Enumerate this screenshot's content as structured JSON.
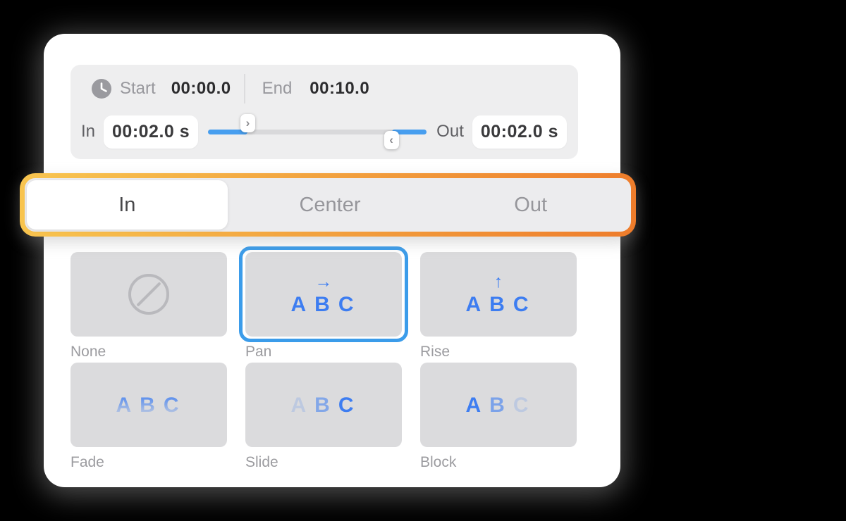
{
  "timing": {
    "start_label": "Start",
    "start_value": "00:00.0",
    "end_label": "End",
    "end_value": "00:10.0",
    "in_label": "In",
    "in_value": "00:02.0 s",
    "out_label": "Out",
    "out_value": "00:02.0 s"
  },
  "slider": {
    "in_handle_glyph": "›",
    "out_handle_glyph": "‹",
    "fill_color": "#479EEF",
    "track_color": "#D9D9DB",
    "in_fill_percent": 18,
    "out_fill_percent": 16
  },
  "segments": {
    "selected": "In",
    "items": [
      {
        "label": "In"
      },
      {
        "label": "Center"
      },
      {
        "label": "Out"
      }
    ],
    "highlight_gradient": [
      "#F8C54F",
      "#EE7C2B"
    ]
  },
  "grid": {
    "letters": [
      "A",
      "B",
      "C"
    ],
    "selected": "Pan",
    "tiles": [
      {
        "label": "None"
      },
      {
        "label": "Pan",
        "arrow": "→"
      },
      {
        "label": "Rise",
        "arrow": "↑"
      },
      {
        "label": "Fade"
      },
      {
        "label": "Slide"
      },
      {
        "label": "Block"
      }
    ]
  },
  "colors": {
    "accent_blue": "#3D7DF1",
    "selection_border": "#3B9CEA",
    "highlight_orange_start": "#F8C54F",
    "highlight_orange_end": "#EE7C2B",
    "panel_gray": "#EEEEEF",
    "tile_gray": "#DBDBDD"
  }
}
